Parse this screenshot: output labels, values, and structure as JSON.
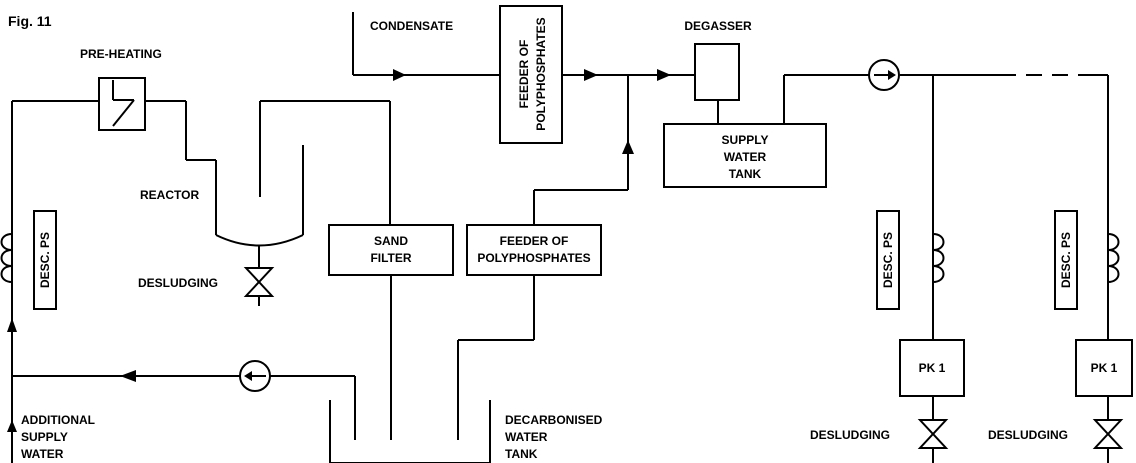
{
  "figure": {
    "title": "Fig. 11"
  },
  "labels": {
    "pre_heating": "PRE-HEATING",
    "condensate": "CONDENSATE",
    "degasser": "DEGASSER",
    "reactor": "REACTOR",
    "desludging": "DESLUDGING",
    "additional_supply_water": [
      "ADDITIONAL",
      "SUPPLY",
      "WATER"
    ],
    "decarbonised_water_tank": [
      "DECARBONISED",
      "WATER",
      "TANK"
    ]
  },
  "boxes": {
    "feeder_vertical": [
      "FEEDER OF",
      "POLYPHOSPHATES"
    ],
    "supply_water_tank": [
      "SUPPLY",
      "WATER",
      "TANK"
    ],
    "sand_filter": [
      "SAND",
      "FILTER"
    ],
    "feeder_horizontal": [
      "FEEDER OF",
      "POLYPHOSPHATES"
    ],
    "desc_ps": "DESC. PS",
    "pk": "PK 1"
  }
}
